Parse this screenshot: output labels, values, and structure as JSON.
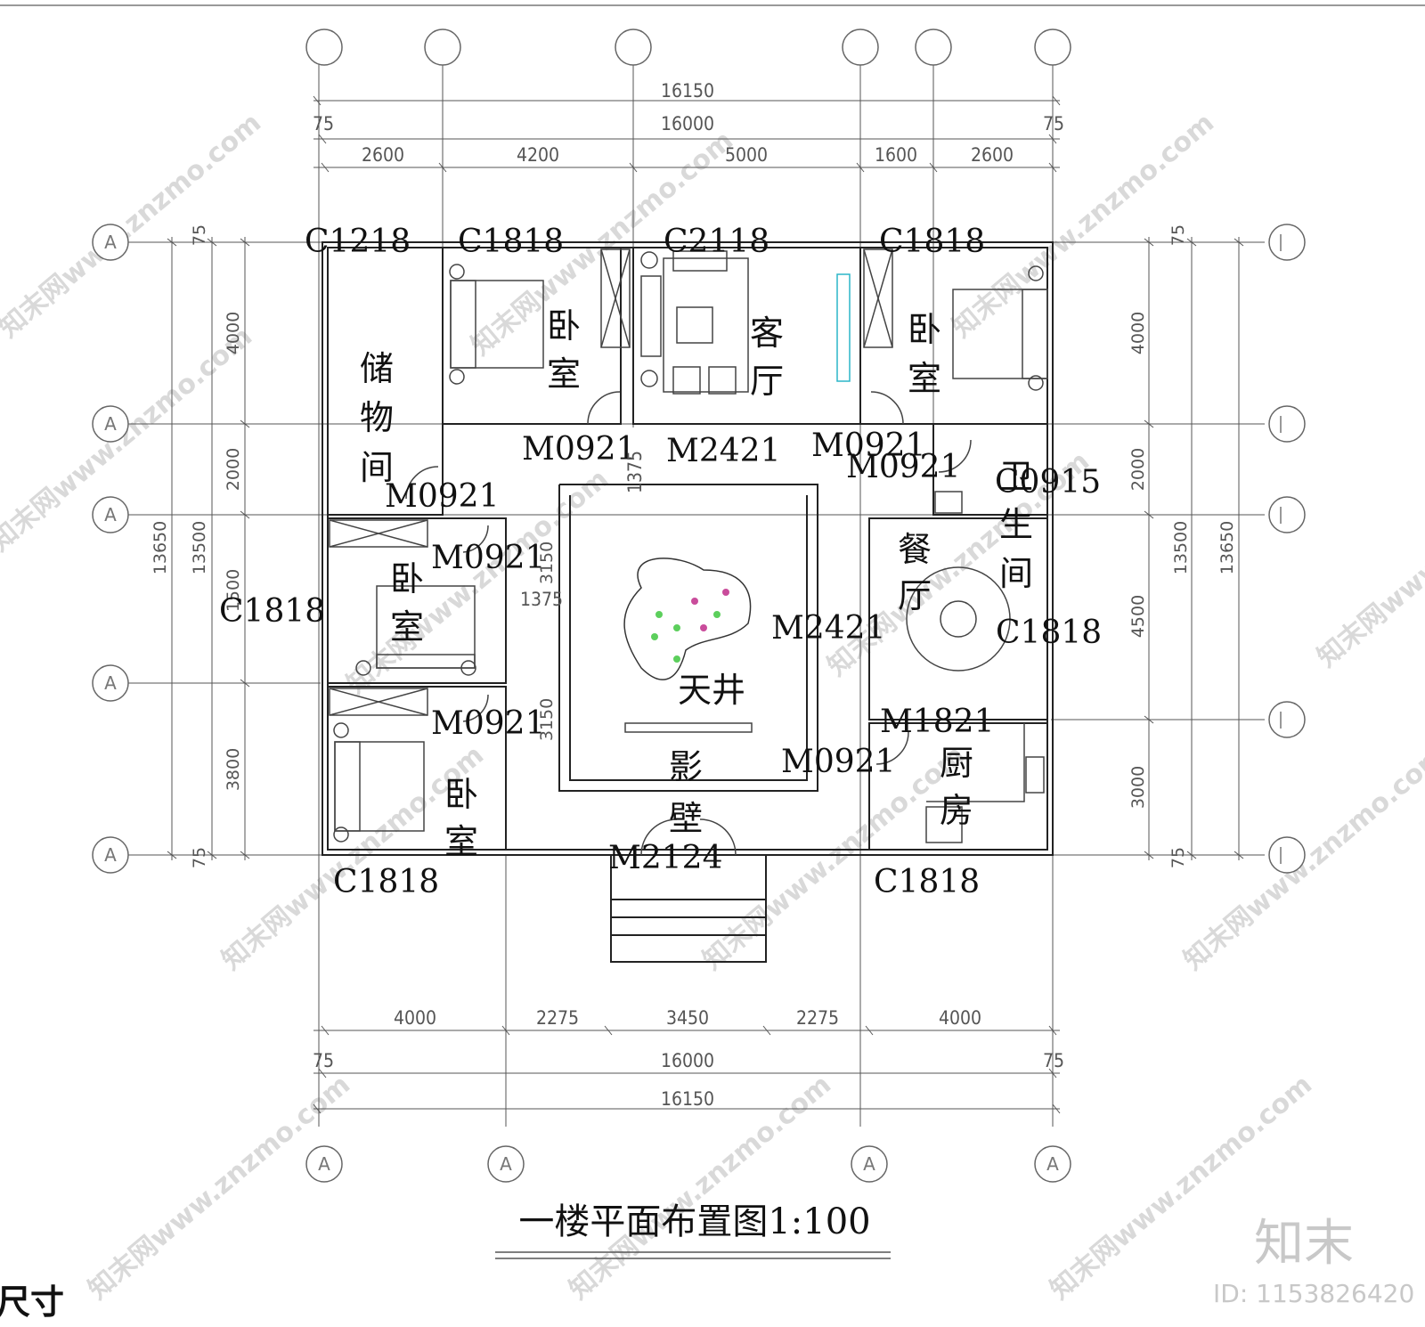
{
  "drawing": {
    "title": "一楼平面布置图1:100",
    "corner_text": "尺寸"
  },
  "dimensions": {
    "top_total_outer": "16150",
    "top_total_inner": "16000",
    "top_edge_left": "75",
    "top_edge_right": "75",
    "top_segments": [
      "2600",
      "4200",
      "5000",
      "1600",
      "2600"
    ],
    "bottom_segments": [
      "4000",
      "2275",
      "3450",
      "2275",
      "4000"
    ],
    "bottom_total_inner": "16000",
    "bottom_total_outer": "16150",
    "bottom_edge_left": "75",
    "bottom_edge_right": "75",
    "left_segments": [
      "75",
      "4000",
      "2000",
      "1500",
      "3800",
      "75"
    ],
    "left_totals": [
      "13650",
      "13500"
    ],
    "right_segments": [
      "75",
      "4000",
      "2000",
      "4500",
      "3000",
      "75"
    ],
    "right_totals": [
      "13500",
      "13650"
    ],
    "courtyard_left": "1375",
    "courtyard_top": "1375",
    "courtyard_top2": "3150",
    "courtyard_bottom2": "3150",
    "courtyard_mid": "3450"
  },
  "axis_labels": {
    "left_grid": [
      "A",
      "A",
      "A",
      "A",
      "A"
    ],
    "bottom_grid": [
      "A",
      "A",
      "A",
      "A"
    ]
  },
  "windows": {
    "c1218": "C1218",
    "c1818_top_left": "C1818",
    "c2118": "C2118",
    "c1818_top_right": "C1818",
    "c1818_left": "C1818",
    "c1818_right": "C1818",
    "c1818_bottom_left": "C1818",
    "c1818_bottom_right": "C1818",
    "c0915": "C0915"
  },
  "doors": {
    "m0921_bed1": "M0921",
    "m2421_top": "M2421",
    "m0921_top_right_a": "M0921",
    "m0921_top_right_b": "M0921",
    "m0921_storage": "M0921",
    "m0921_left_mid": "M0921",
    "m2421_right": "M2421",
    "m0921_left_low": "M0921",
    "m1821": "M1821",
    "m0921_right_low": "M0921",
    "m2124": "M2124"
  },
  "rooms": {
    "storage": [
      "储",
      "物",
      "间"
    ],
    "bedroom1": [
      "卧",
      "室"
    ],
    "living": [
      "客",
      "厅"
    ],
    "bedroom2": [
      "卧",
      "室"
    ],
    "bedroom3": [
      "卧",
      "室"
    ],
    "bedroom4": [
      "卧",
      "室"
    ],
    "courtyard": "天井",
    "screen_wall": [
      "影",
      "壁"
    ],
    "bathroom": [
      "卫",
      "生",
      "间"
    ],
    "dining": [
      "餐",
      "厅"
    ],
    "kitchen": [
      "厨",
      "房"
    ]
  },
  "watermark": {
    "text": "知末网www.znzmo.com",
    "logo": "知末",
    "id": "ID: 1153826420"
  }
}
